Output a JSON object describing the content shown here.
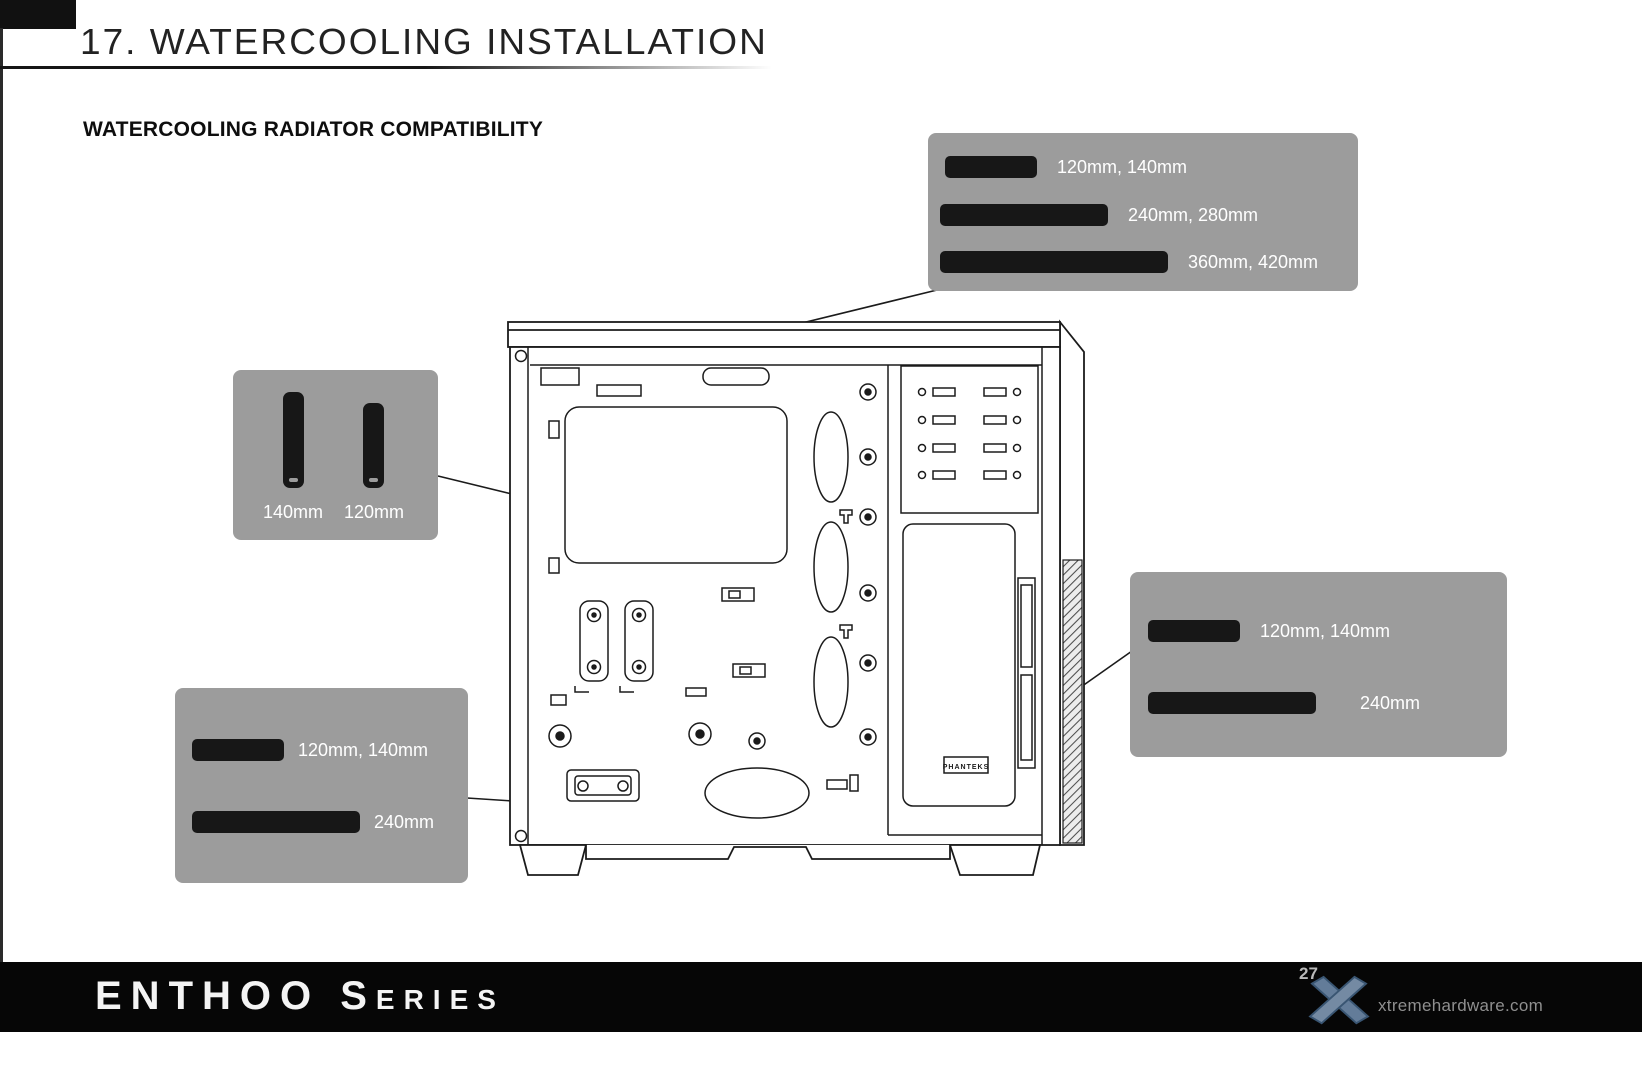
{
  "header": {
    "title": "17. WATERCOOLING INSTALLATION",
    "subtitle": "WATERCOOLING RADIATOR COMPATIBILITY"
  },
  "callouts": {
    "top_right": {
      "location": "top radiator mounts",
      "rows": [
        {
          "label": "120mm, 140mm",
          "bar_size": "small"
        },
        {
          "label": "240mm, 280mm",
          "bar_size": "medium"
        },
        {
          "label": "360mm, 420mm",
          "bar_size": "large"
        }
      ]
    },
    "left": {
      "location": "rear radiator mounts",
      "bars": [
        {
          "label": "140mm"
        },
        {
          "label": "120mm"
        }
      ]
    },
    "bottom_left": {
      "location": "bottom radiator mounts",
      "rows": [
        {
          "label": "120mm, 140mm"
        },
        {
          "label": "240mm"
        }
      ]
    },
    "right": {
      "location": "front radiator mounts",
      "rows": [
        {
          "label": "120mm, 140mm"
        },
        {
          "label": "240mm"
        }
      ]
    }
  },
  "diagram": {
    "case_label": "PHANTEKS"
  },
  "footer": {
    "brand": "ENTHOO Series",
    "page_number": "27",
    "watermark": "xtremehardware.com"
  },
  "colors": {
    "callout_bg": "#9c9c9c",
    "bar_fill": "#171717",
    "line": "#1b1b1b",
    "footer_bg": "#060606",
    "watermark_logo": "#6b87a6"
  }
}
